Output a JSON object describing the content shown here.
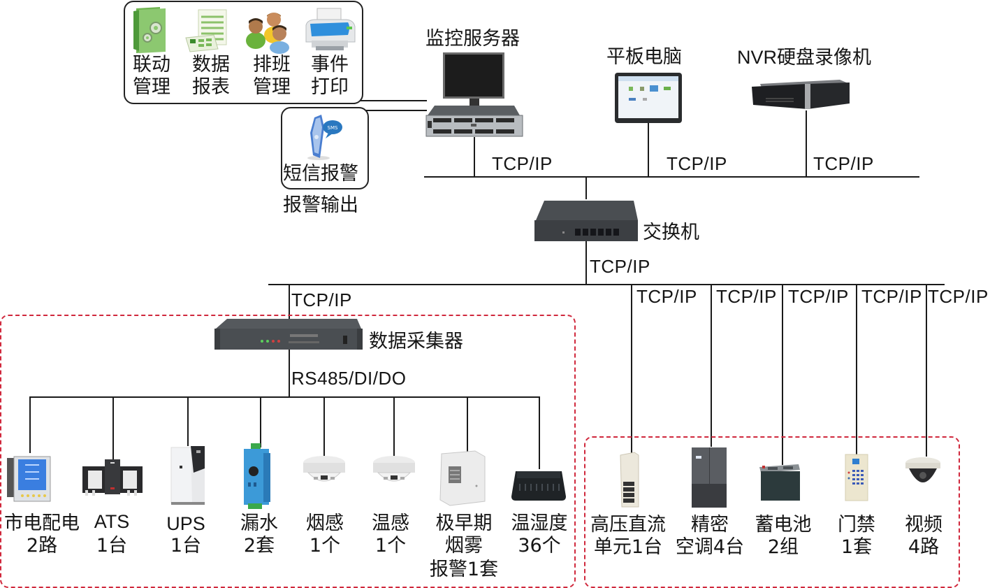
{
  "software_group": {
    "items": [
      {
        "icon": "linkage-folder-icon",
        "line1": "联动",
        "line2": "管理"
      },
      {
        "icon": "spreadsheet-icon",
        "line1": "数据",
        "line2": "报表"
      },
      {
        "icon": "users-group-icon",
        "line1": "排班",
        "line2": "管理"
      },
      {
        "icon": "printer-icon",
        "line1": "事件",
        "line2": "打印"
      }
    ]
  },
  "sms_alarm": {
    "icon": "sms-phone-icon",
    "label": "短信报警",
    "caption": "报警输出"
  },
  "top_devices": {
    "server": {
      "label": "监控服务器",
      "icon": "server-monitor-icon"
    },
    "tablet": {
      "label": "平板电脑",
      "icon": "tablet-icon"
    },
    "nvr": {
      "label": "NVR硬盘录像机",
      "icon": "nvr-icon"
    }
  },
  "protocol": "TCP/IP",
  "switch": {
    "label": "交换机",
    "icon": "network-switch-icon"
  },
  "collector": {
    "label": "数据采集器",
    "icon": "rack-collector-icon",
    "bus_label": "RS485/DI/DO"
  },
  "left_group": {
    "border_color": "#d0283c",
    "devices": [
      {
        "icon": "power-meter-icon",
        "lines": [
          "市电配电",
          "2路"
        ]
      },
      {
        "icon": "ats-switch-icon",
        "lines": [
          "ATS",
          "1台"
        ]
      },
      {
        "icon": "ups-icon",
        "lines": [
          "UPS",
          "1台"
        ]
      },
      {
        "icon": "water-leak-sensor-icon",
        "lines": [
          "漏水",
          "2套"
        ]
      },
      {
        "icon": "smoke-detector-icon",
        "lines": [
          "烟感",
          "1个"
        ]
      },
      {
        "icon": "heat-detector-icon",
        "lines": [
          "温感",
          "1个"
        ]
      },
      {
        "icon": "vesda-panel-icon",
        "lines": [
          "极早期",
          "烟雾",
          "报警1套"
        ]
      },
      {
        "icon": "temp-humidity-sensor-icon",
        "lines": [
          "温湿度",
          "36个"
        ]
      }
    ]
  },
  "right_group": {
    "border_color": "#d0283c",
    "devices": [
      {
        "icon": "hvdc-cabinet-icon",
        "lines": [
          "高压直流",
          "单元1台"
        ],
        "protocol": "TCP/IP"
      },
      {
        "icon": "precision-ac-icon",
        "lines": [
          "精密",
          "空调4台"
        ],
        "protocol": "TCP/IP"
      },
      {
        "icon": "battery-icon",
        "lines": [
          "蓄电池",
          "2组"
        ],
        "protocol": "TCP/IP"
      },
      {
        "icon": "access-control-icon",
        "lines": [
          "门禁",
          "1套"
        ],
        "protocol": "TCP/IP"
      },
      {
        "icon": "dome-camera-icon",
        "lines": [
          "视频",
          "4路"
        ],
        "protocol": "TCP/IP"
      }
    ]
  }
}
